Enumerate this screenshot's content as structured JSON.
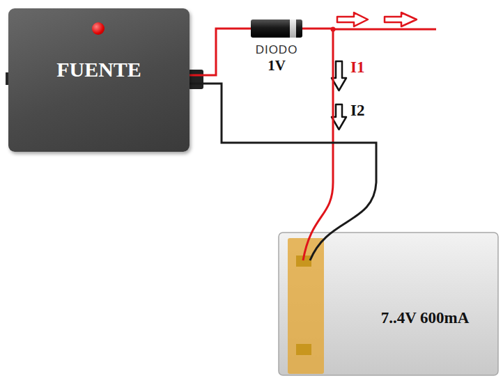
{
  "diagram": {
    "nodes": [
      {
        "text": [
          "FUENTE"
        ]
      },
      {
        "text": [
          "DIODO",
          "1V"
        ]
      },
      {
        "text": [
          "7..4V 600mA"
        ]
      }
    ],
    "edges": [
      {
        "from": 0,
        "to": 1,
        "arrow": "none"
      },
      {
        "from": 1,
        "to": 2,
        "arrow": "none"
      },
      {
        "from": 0,
        "to": 2,
        "arrow": "none"
      }
    ],
    "labels": [
      "I1",
      "I2"
    ]
  }
}
